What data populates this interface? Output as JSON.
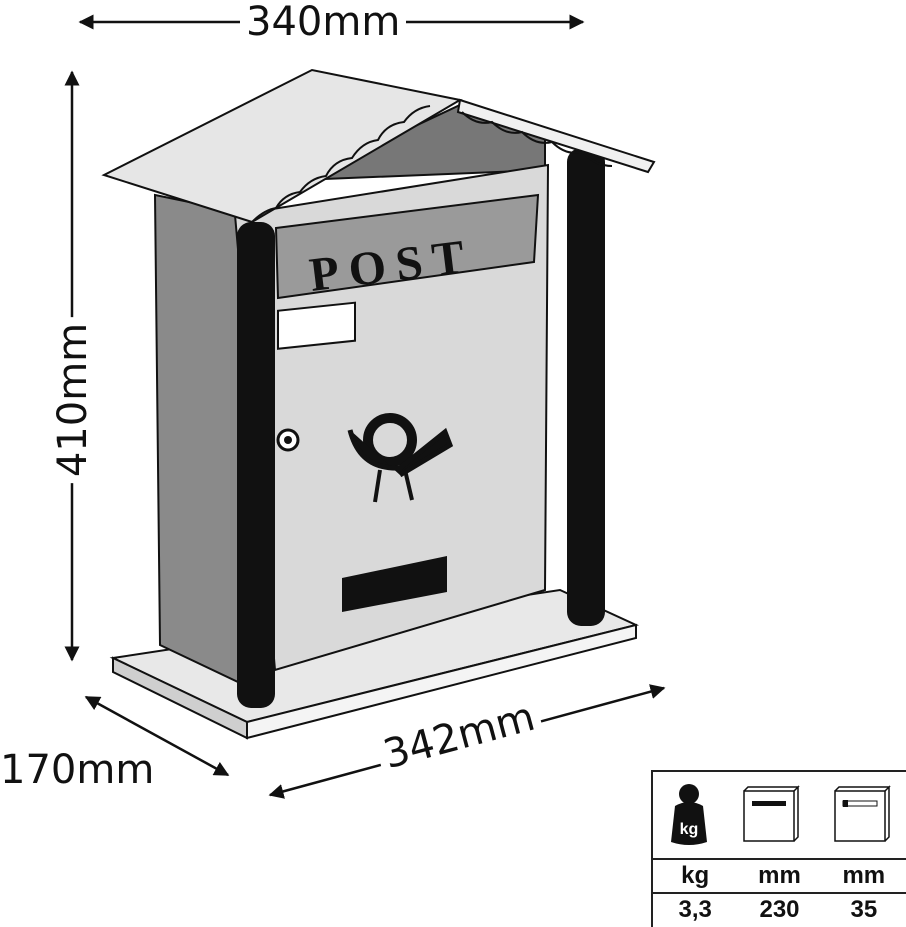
{
  "dimensions": {
    "top_width": "340mm",
    "height": "410mm",
    "depth": "170mm",
    "base_width": "342mm"
  },
  "mailbox": {
    "sign_text": "POST",
    "colors": {
      "outline": "#111111",
      "door": "#d9d9d9",
      "side": "#8a8a8a",
      "band": "#9a9a9a",
      "roof": "#e6e6e6",
      "post": "#111111"
    }
  },
  "spec_table": {
    "icons": [
      "weight-kg-icon",
      "slot-width-icon",
      "slot-height-icon"
    ],
    "weight_icon_label": "kg",
    "units": [
      "kg",
      "mm",
      "mm"
    ],
    "values": [
      "3,3",
      "230",
      "35"
    ]
  }
}
